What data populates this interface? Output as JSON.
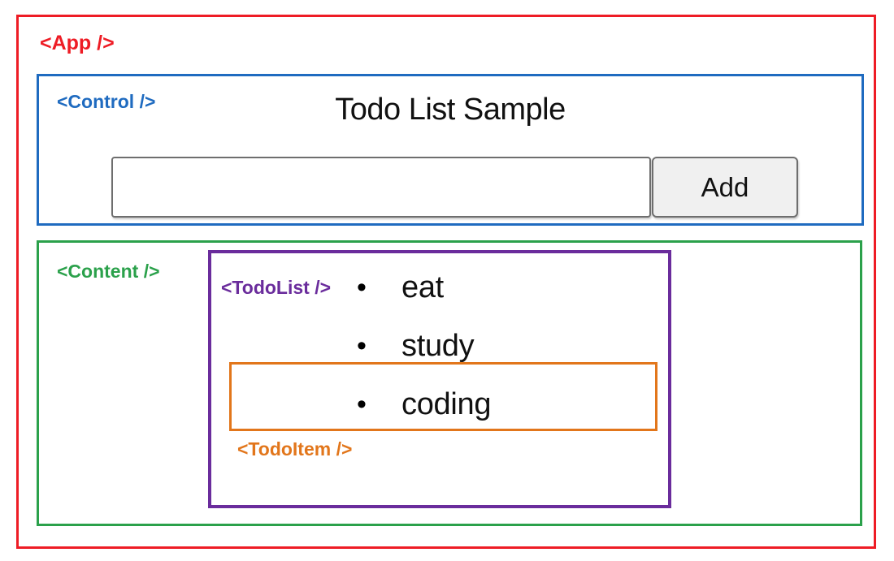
{
  "app": {
    "tag_label": "<App />",
    "color": "#ee1c25"
  },
  "control": {
    "tag_label": "<Control />",
    "color": "#1f6bc0",
    "title": "Todo List Sample",
    "input": {
      "value": "",
      "placeholder": ""
    },
    "add_button_label": "Add"
  },
  "content": {
    "tag_label": "<Content />",
    "color": "#2ba14b"
  },
  "todolist": {
    "tag_label": "<TodoList />",
    "color": "#6a2c9c",
    "items": [
      {
        "bullet": "•",
        "text": "eat"
      },
      {
        "bullet": "•",
        "text": "study"
      },
      {
        "bullet": "•",
        "text": "coding"
      }
    ]
  },
  "todoitem": {
    "tag_label": "<TodoItem />",
    "color": "#e2761b",
    "highlighted_index": 2
  }
}
